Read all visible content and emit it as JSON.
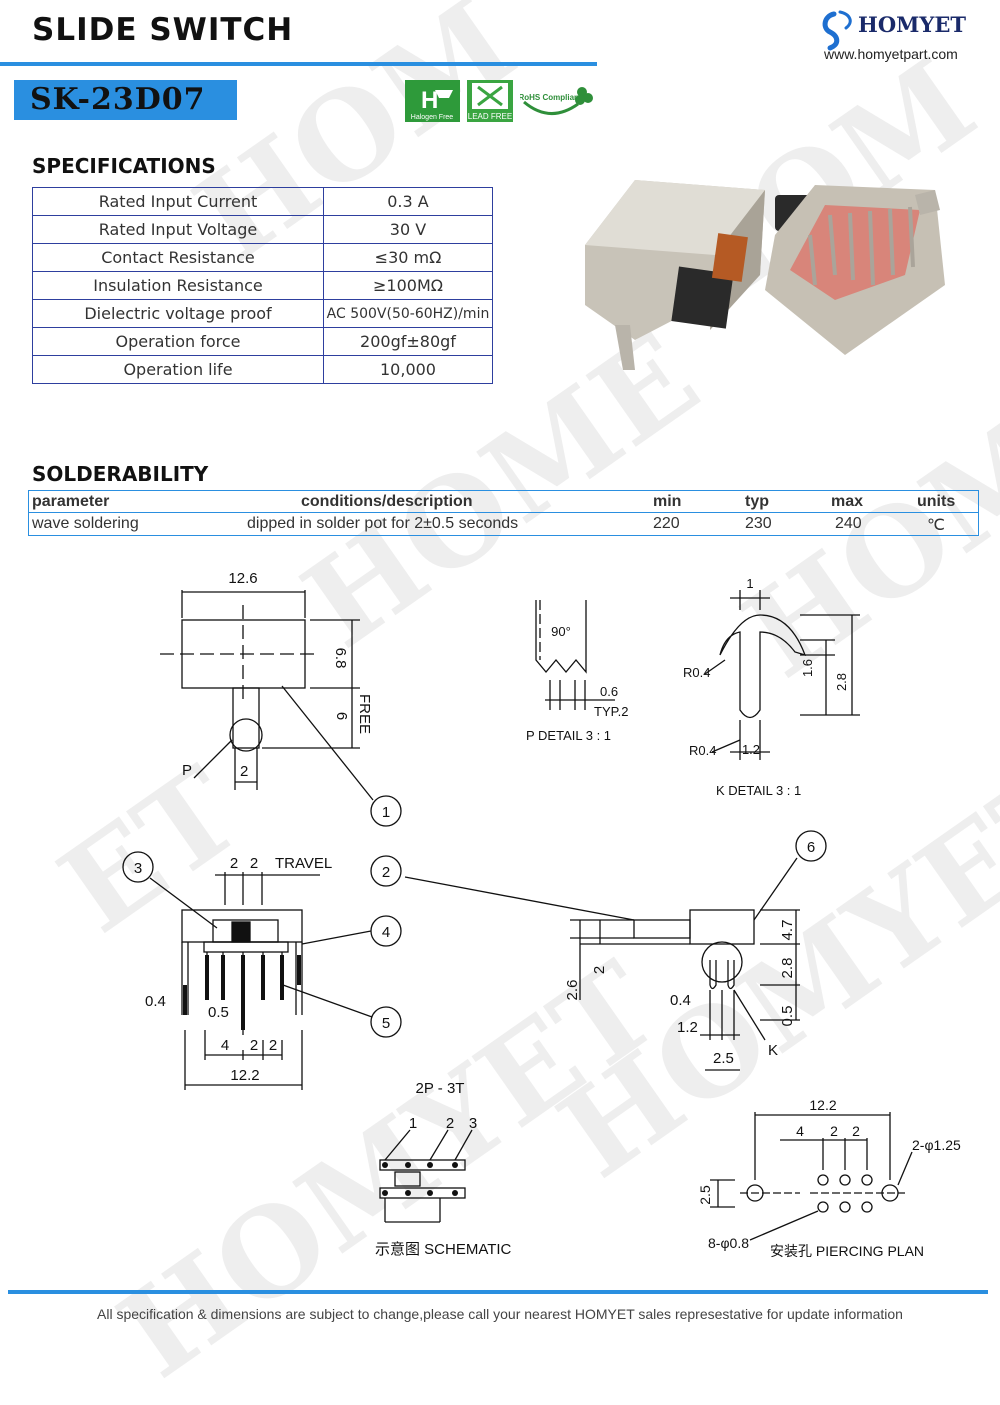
{
  "header": {
    "title": "SLIDE  SWITCH",
    "model": "SK-23D07",
    "brand": "HOMYET",
    "url": "www.homyetpart.com"
  },
  "certifications": {
    "halogen_free": "Halogen Free",
    "lead_free": "LEAD FREE",
    "rohs": "RoHS Compliant"
  },
  "specifications": {
    "heading": "SPECIFICATIONS",
    "rows": [
      {
        "param": "Rated Input Current",
        "value": "0.3 A"
      },
      {
        "param": "Rated Input Voltage",
        "value": "30 V"
      },
      {
        "param": "Contact Resistance",
        "value": "≤30 mΩ"
      },
      {
        "param": "Insulation Resistance",
        "value": "≥100MΩ"
      },
      {
        "param": "Dielectric voltage proof",
        "value": "AC 500V(50-60HZ)/min"
      },
      {
        "param": "Operation force",
        "value": "200gf±80gf"
      },
      {
        "param": "Operation life",
        "value": "10,000"
      }
    ]
  },
  "solderability": {
    "heading": "SOLDERABILITY",
    "headers": {
      "parameter": "parameter",
      "conditions": "conditions/description",
      "min": "min",
      "typ": "typ",
      "max": "max",
      "units": "units"
    },
    "row": {
      "parameter": "wave soldering",
      "conditions": "dipped in solder pot for 2±0.5 seconds",
      "min": "220",
      "typ": "230",
      "max": "240",
      "units": "℃"
    }
  },
  "drawing": {
    "dim_12_6": "12.6",
    "dim_6_8": "6.8",
    "dim_6": "6",
    "free": "FREE",
    "p": "P",
    "dim_2": "2",
    "angle": "90°",
    "dim_0_6": "0.6",
    "typ2": "TYP.2",
    "p_detail": "P DETAIL 3 : 1",
    "dim_1": "1",
    "r04": "R0.4",
    "dim_1_6": "1.6",
    "dim_2_8": "2.8",
    "dim_1_2": "1.2",
    "k_detail": "K DETAIL 3 : 1",
    "travel": "TRAVEL",
    "dim_0_4": "0.4",
    "dim_0_5": "0.5",
    "dim_4": "4",
    "dim_12_2": "12.2",
    "dim_4_7": "4.7",
    "dim_2_6": "2.6",
    "dim_2_5": "2.5",
    "k": "K",
    "config": "2P - 3T",
    "schematic": "示意图 SCHEMATIC",
    "dim_2_phi": "2-φ1.25",
    "dim_8_phi": "8-φ0.8",
    "piercing": "安装孔 PIERCING PLAN",
    "callouts": [
      "1",
      "2",
      "3",
      "4",
      "5",
      "6"
    ],
    "sch_labels": [
      "1",
      "2",
      "3"
    ]
  },
  "footer": "All specification & dimensions are subject to change,please call your nearest HOMYET sales represestative for update information",
  "colors": {
    "accent": "#2a8fe0",
    "table_border": "#2e3f9e"
  }
}
